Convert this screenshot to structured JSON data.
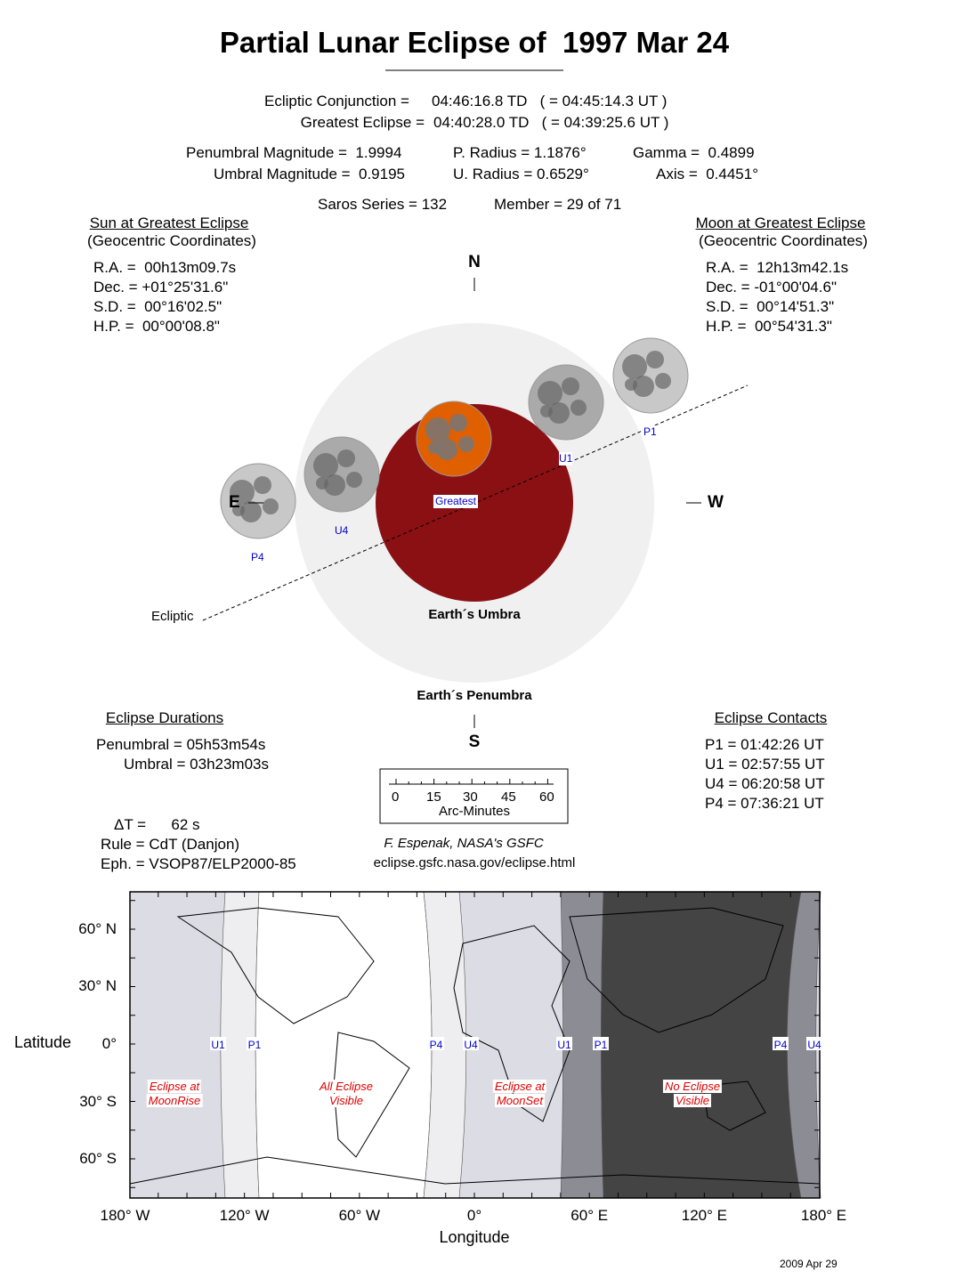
{
  "title": "Partial Lunar Eclipse of  1997 Mar 24",
  "header": {
    "conj_label": "Ecliptic Conjunction =",
    "conj_value": "04:46:16.8 TD   ( = 04:45:14.3 UT )",
    "greatest_label": "Greatest Eclipse =",
    "greatest_value": "04:40:28.0 TD   ( = 04:39:25.6 UT )",
    "pen_mag": "Penumbral Magnitude =  1.9994",
    "umb_mag": "Umbral Magnitude =  0.9195",
    "p_radius": "P. Radius = 1.1876°",
    "u_radius": "U. Radius = 0.6529°",
    "gamma": "Gamma =  0.4899",
    "axis": "Axis =  0.4451°",
    "saros": "Saros Series = 132",
    "member": "Member = 29 of 71"
  },
  "sun": {
    "title": "Sun at Greatest Eclipse",
    "subtitle": "(Geocentric Coordinates)",
    "ra": "R.A. =  00h13m09.7s",
    "dec": "Dec. = +01°25'31.6\"",
    "sd": "S.D. =  00°16'02.5\"",
    "hp": "H.P. =  00°00'08.8\""
  },
  "moon": {
    "title": "Moon at Greatest Eclipse",
    "subtitle": "(Geocentric Coordinates)",
    "ra": "R.A. =  12h13m42.1s",
    "dec": "Dec. = -01°00'04.6\"",
    "sd": "S.D. =  00°14'51.3\"",
    "hp": "H.P. =  00°54'31.3\""
  },
  "diagram": {
    "north": "N",
    "south": "S",
    "east": "E",
    "west": "W",
    "ecliptic": "Ecliptic",
    "umbra": "Earth´s Umbra",
    "penumbra": "Earth´s Penumbra",
    "greatest": "Greatest",
    "p1": "P1",
    "u1": "U1",
    "u4": "U4",
    "p4": "P4",
    "colors": {
      "penumbra": "#f0f0f0",
      "umbra": "#8b1014",
      "moon_greatest": "#e06000",
      "moon": "#bfbfbf"
    }
  },
  "durations": {
    "title": "Eclipse Durations",
    "penumbral": "Penumbral = 05h53m54s",
    "umbral": "Umbral = 03h23m03s"
  },
  "contacts": {
    "title": "Eclipse Contacts",
    "p1": "P1 = 01:42:26 UT",
    "u1": "U1 = 02:57:55 UT",
    "u4": "U4 = 06:20:58 UT",
    "p4": "P4 = 07:36:21 UT"
  },
  "scale": {
    "ticks": [
      "0",
      "15",
      "30",
      "45",
      "60"
    ],
    "label": "Arc-Minutes"
  },
  "misc": {
    "delta_t": "ΔT =      62 s",
    "rule": "Rule = CdT (Danjon)",
    "eph": "Eph. = VSOP87/ELP2000-85",
    "credit": "F. Espenak, NASA's GSFC",
    "url": "eclipse.gsfc.nasa.gov/eclipse.html",
    "date": "2009 Apr 29"
  },
  "map": {
    "ylabel": "Latitude",
    "xlabel": "Longitude",
    "lat_ticks": [
      "60° N",
      "30° N",
      "0°",
      "30° S",
      "60° S"
    ],
    "lon_ticks": [
      "180° W",
      "120° W",
      "60° W",
      "0°",
      "60° E",
      "120° E",
      "180° E"
    ],
    "contact_labels": [
      "U1",
      "P1",
      "P4",
      "U4",
      "U1",
      "P1",
      "P4",
      "U4"
    ],
    "zones": {
      "moonrise": [
        "Eclipse at",
        "MoonRise"
      ],
      "all": [
        "All Eclipse",
        "Visible"
      ],
      "moonset": [
        "Eclipse at",
        "MoonSet"
      ],
      "none": [
        "No Eclipse",
        "Visible"
      ]
    }
  }
}
